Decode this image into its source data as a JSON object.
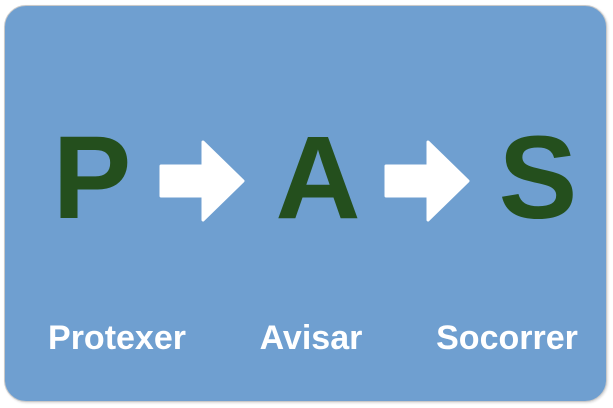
{
  "colors": {
    "background": "#6f9fd0",
    "letter": "#244f1d",
    "arrow": "#ffffff",
    "label": "#ffffff"
  },
  "steps": [
    {
      "letter": "P",
      "label": "Protexer"
    },
    {
      "letter": "A",
      "label": "Avisar"
    },
    {
      "letter": "S",
      "label": "Socorrer"
    }
  ],
  "arrows": [
    {
      "icon": "right-arrow-icon"
    },
    {
      "icon": "right-arrow-icon"
    }
  ]
}
